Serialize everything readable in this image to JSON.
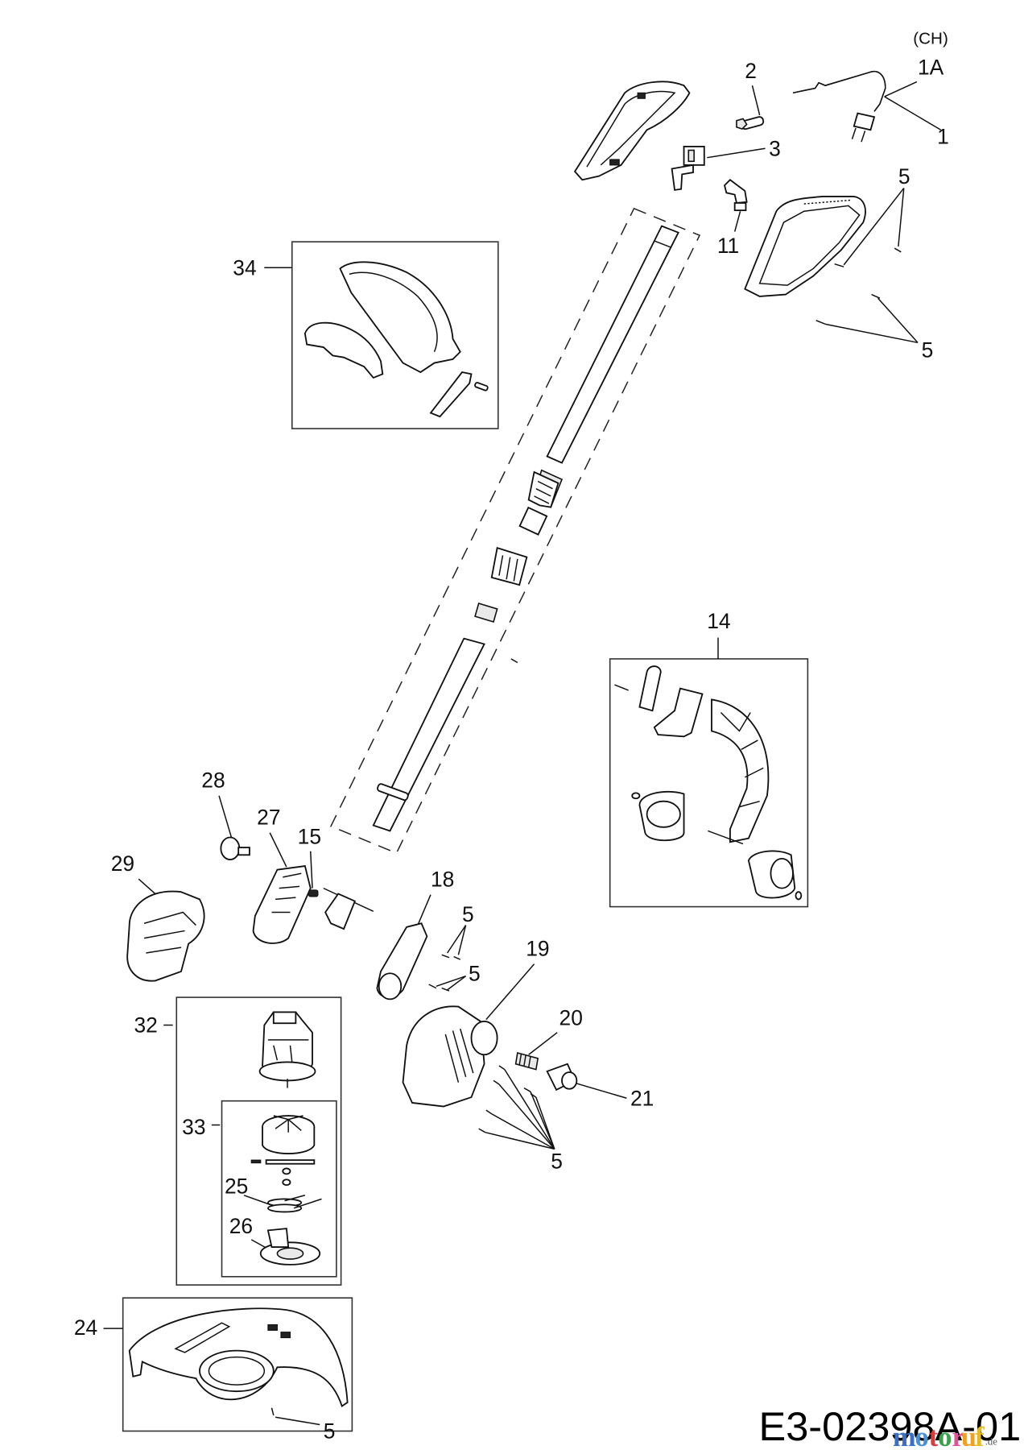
{
  "diagram": {
    "title": "Exploded parts diagram – electric grass trimmer",
    "drawing_code": "E3-02398A-01",
    "region_note": "(CH)",
    "watermark": {
      "letters": [
        "m",
        "o",
        "t",
        "o",
        "r",
        "u",
        "f"
      ],
      "colors": [
        "#3b6fc4",
        "#4a90d9",
        "#d93c3c",
        "#3aa04a",
        "#e0529a",
        "#f2a024",
        "#e8b820"
      ],
      "suffix": ".de"
    },
    "callouts": {
      "c1": "1",
      "c1A": "1A",
      "c2": "2",
      "c3": "3",
      "c5_top": "5",
      "c5_topb": "5",
      "c11": "11",
      "c34": "34",
      "c14": "14",
      "c28": "28",
      "c27": "27",
      "c15": "15",
      "c29": "29",
      "c18": "18",
      "c5_mid1": "5",
      "c5_mid2": "5",
      "c19": "19",
      "c20": "20",
      "c21": "21",
      "c5_head": "5",
      "c32": "32",
      "c33": "33",
      "c25": "25",
      "c26": "26",
      "c24": "24",
      "c5_bottom": "5"
    }
  }
}
